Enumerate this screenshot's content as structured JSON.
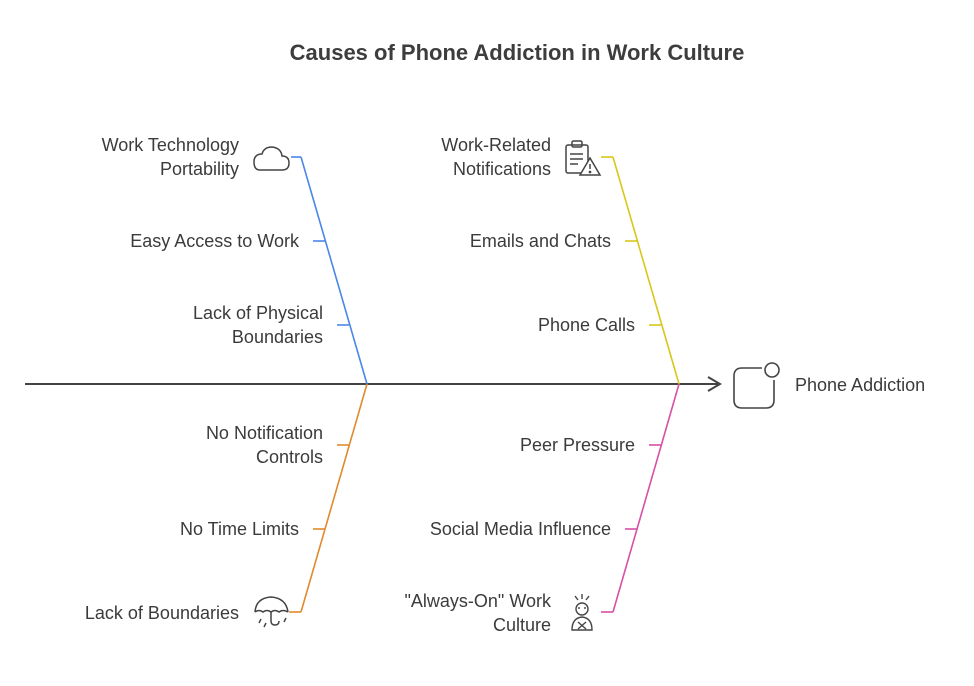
{
  "title": "Causes of Phone Addiction in Work Culture",
  "effect": "Phone Addiction",
  "colors": {
    "spine": "#444444",
    "blue": "#4a86e8",
    "yellow": "#d9c61a",
    "orange": "#e08a2e",
    "pink": "#d94fa6"
  },
  "categories": {
    "upper_left": {
      "color": "blue",
      "items": [
        {
          "line1": "Work Technology",
          "line2": "Portability",
          "icon": "cloud-icon"
        },
        {
          "line1": "Easy Access to Work",
          "line2": ""
        },
        {
          "line1": "Lack of Physical",
          "line2": "Boundaries"
        }
      ]
    },
    "upper_right": {
      "color": "yellow",
      "items": [
        {
          "line1": "Work-Related",
          "line2": "Notifications",
          "icon": "clipboard-warning-icon"
        },
        {
          "line1": "Emails and Chats",
          "line2": ""
        },
        {
          "line1": "Phone Calls",
          "line2": ""
        }
      ]
    },
    "lower_left": {
      "color": "orange",
      "items": [
        {
          "line1": "No Notification",
          "line2": "Controls"
        },
        {
          "line1": "No Time Limits",
          "line2": ""
        },
        {
          "line1": "Lack of Boundaries",
          "line2": "",
          "icon": "umbrella-rain-icon"
        }
      ]
    },
    "lower_right": {
      "color": "pink",
      "items": [
        {
          "line1": "Peer Pressure",
          "line2": ""
        },
        {
          "line1": "Social Media Influence",
          "line2": ""
        },
        {
          "line1": "\"Always-On\" Work",
          "line2": "Culture",
          "icon": "stressed-person-icon"
        }
      ]
    }
  }
}
